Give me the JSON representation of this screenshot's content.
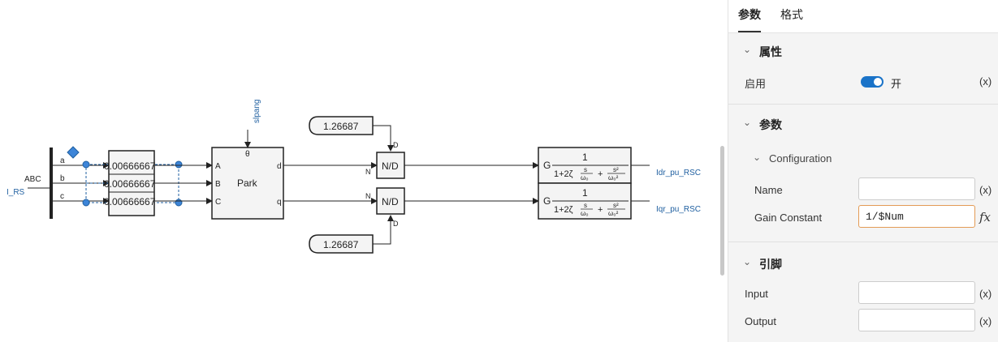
{
  "diagram": {
    "input_label": "I_RS",
    "bus_label": "ABC",
    "phases": [
      "a",
      "b",
      "c"
    ],
    "gain_values": [
      "0.00666667",
      "0.00666667",
      "0.00666667"
    ],
    "park": {
      "title": "Park",
      "theta": "θ",
      "inputs": [
        "A",
        "B",
        "C"
      ],
      "outputs": [
        "d",
        "q"
      ],
      "slip_label": "slpang"
    },
    "constants": [
      "1.26687",
      "1.26687"
    ],
    "divider": {
      "label": "N/D",
      "port_n": "N",
      "port_d": "D"
    },
    "tf": {
      "gain": "G",
      "num": "1",
      "den_pre": "1+2ζ",
      "s": "s",
      "w0": "ω₀",
      "s2": "s²",
      "w02": "ω₀²",
      "plus": "+"
    },
    "outputs": [
      "Idr_pu_RSC",
      "Iqr_pu_RSC"
    ]
  },
  "panel": {
    "tabs": [
      "参数",
      "格式"
    ],
    "sections": {
      "props": {
        "title": "属性",
        "enable_label": "启用",
        "enable_value": "开",
        "fx": "(x)"
      },
      "params": {
        "title": "参数",
        "group": "Configuration",
        "name_label": "Name",
        "name_value": "",
        "gain_label": "Gain Constant",
        "gain_value": "1/$Num",
        "fx": "(x)",
        "fx2": "fx"
      },
      "pins": {
        "title": "引脚",
        "input_label": "Input",
        "input_value": "",
        "output_label": "Output",
        "output_value": "",
        "fx": "(x)"
      }
    }
  },
  "colors": {
    "accent": "#1a73c8",
    "focus": "#e39b55",
    "signal": "#1f5fa0"
  }
}
